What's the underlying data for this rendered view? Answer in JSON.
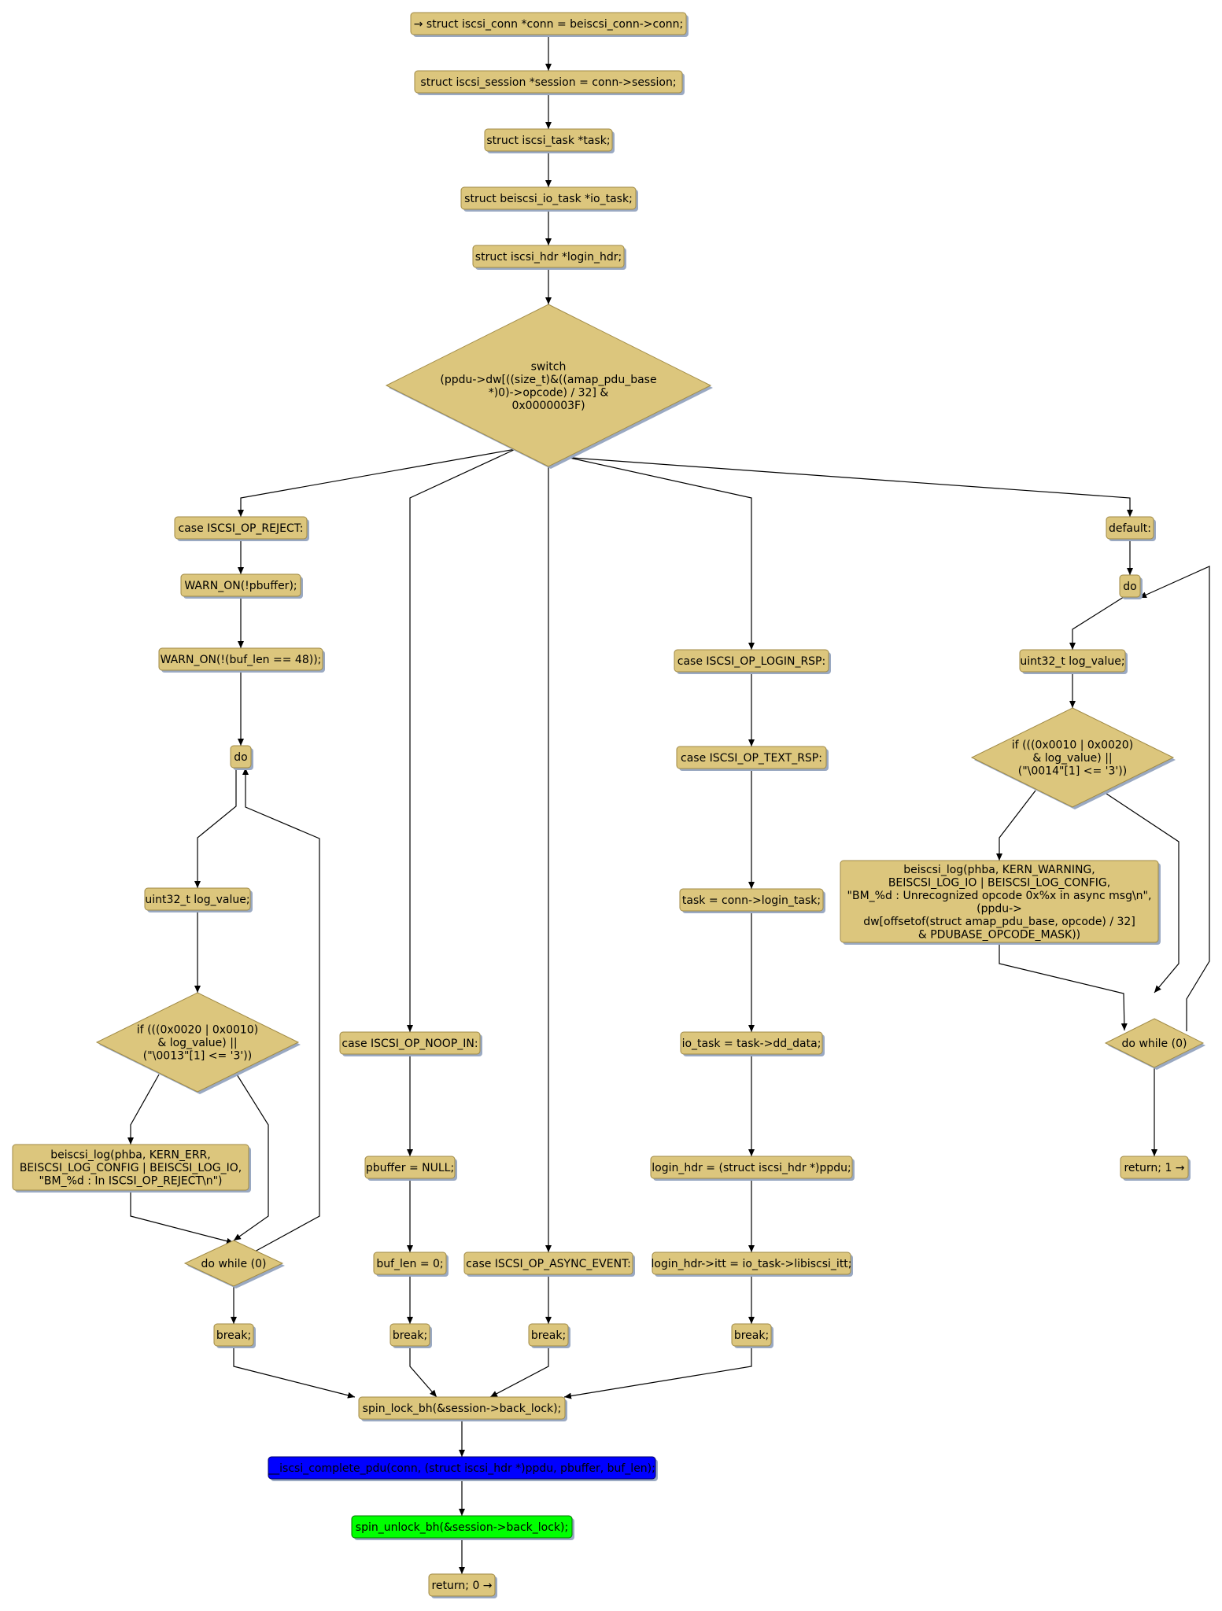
{
  "colors": {
    "node_fill": "#dcc67d",
    "node_stroke": "#a08a45",
    "shadow": "#9aa9c2",
    "highlight_blue": "#0000ff",
    "highlight_green": "#00ff00",
    "edge": "#000000"
  },
  "nodes": {
    "n1": [
      "→ struct iscsi_conn *conn = beiscsi_conn->conn;"
    ],
    "n2": [
      "struct iscsi_session *session = conn->session;"
    ],
    "n3": [
      "struct iscsi_task *task;"
    ],
    "n4": [
      "struct beiscsi_io_task *io_task;"
    ],
    "n5": [
      "struct iscsi_hdr *login_hdr;"
    ],
    "sw": [
      "switch",
      "(ppdu->dw[((size_t)&((amap_pdu_base",
      "*)0)->opcode) / 32] &",
      "0x0000003F)"
    ],
    "r1": [
      "case ISCSI_OP_REJECT:"
    ],
    "r2": [
      "WARN_ON(!pbuffer);"
    ],
    "r3": [
      "WARN_ON(!(buf_len == 48));"
    ],
    "r4": [
      "do"
    ],
    "r5": [
      "uint32_t log_value;"
    ],
    "r6": [
      "if (((0x0020 | 0x0010)",
      "& log_value) ||",
      "(\"\\0013\"[1] <= '3'))"
    ],
    "r7": [
      "beiscsi_log(phba, KERN_ERR,",
      "BEISCSI_LOG_CONFIG | BEISCSI_LOG_IO,",
      "\"BM_%d : In ISCSI_OP_REJECT\\n\")"
    ],
    "r8": [
      "do while (0)"
    ],
    "r9": [
      "break;"
    ],
    "p1": [
      "case ISCSI_OP_NOOP_IN:"
    ],
    "p2": [
      "pbuffer = NULL;"
    ],
    "p3": [
      "buf_len = 0;"
    ],
    "p4": [
      "break;"
    ],
    "a1": [
      "case ISCSI_OP_ASYNC_EVENT:"
    ],
    "a2": [
      "break;"
    ],
    "l1": [
      "case ISCSI_OP_LOGIN_RSP:"
    ],
    "l2": [
      "case ISCSI_OP_TEXT_RSP:"
    ],
    "l3": [
      "task = conn->login_task;"
    ],
    "l4": [
      "io_task = task->dd_data;"
    ],
    "l5": [
      "login_hdr = (struct iscsi_hdr *)ppdu;"
    ],
    "l6": [
      "login_hdr->itt = io_task->libiscsi_itt;"
    ],
    "l7": [
      "break;"
    ],
    "d1": [
      "default:"
    ],
    "d2": [
      "do"
    ],
    "d3": [
      "uint32_t log_value;"
    ],
    "d4": [
      "if (((0x0010 | 0x0020)",
      "& log_value) ||",
      "(\"\\0014\"[1] <= '3'))"
    ],
    "d5": [
      "beiscsi_log(phba, KERN_WARNING,",
      "BEISCSI_LOG_IO | BEISCSI_LOG_CONFIG,",
      "\"BM_%d : Unrecognized opcode 0x%x in async msg\\n\",",
      "(ppdu->",
      "dw[offsetof(struct amap_pdu_base, opcode) / 32]",
      "& PDUBASE_OPCODE_MASK))"
    ],
    "d6": [
      "do while (0)"
    ],
    "d7": [
      "return; 1 →"
    ],
    "m1": [
      "spin_lock_bh(&session->back_lock);"
    ],
    "m2": [
      "__iscsi_complete_pdu(conn, (struct iscsi_hdr *)ppdu, pbuffer, buf_len);"
    ],
    "m3": [
      "spin_unlock_bh(&session->back_lock);"
    ],
    "m4": [
      "return; 0 →"
    ]
  }
}
